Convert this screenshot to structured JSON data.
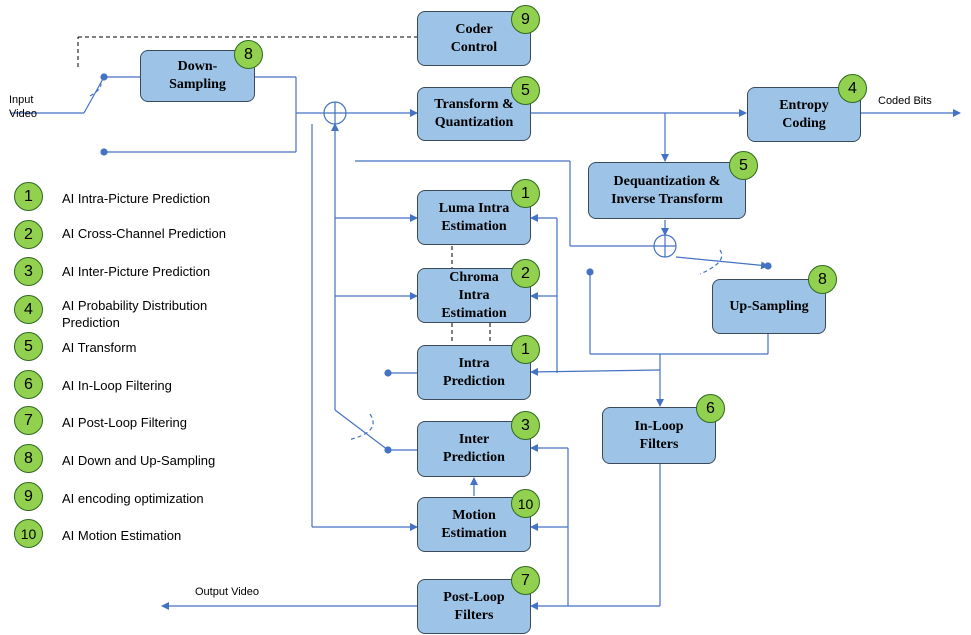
{
  "blocks": {
    "coder_control": {
      "label": "Coder\nControl",
      "badge": "9"
    },
    "down_sampling": {
      "label": "Down-\nSampling",
      "badge": "8"
    },
    "transform_quantization": {
      "label": "Transform &\nQuantization",
      "badge": "5"
    },
    "entropy_coding": {
      "label": "Entropy\nCoding",
      "badge": "4"
    },
    "dequantization": {
      "label": "Dequantization &\nInverse Transform",
      "badge": "5"
    },
    "luma_intra": {
      "label": "Luma Intra\nEstimation",
      "badge": "1"
    },
    "chroma_intra": {
      "label": "Chroma\nIntra\nEstimation",
      "badge": "2"
    },
    "intra_prediction": {
      "label": "Intra\nPrediction",
      "badge": "1"
    },
    "up_sampling": {
      "label": "Up-Sampling",
      "badge": "8"
    },
    "inter_prediction": {
      "label": "Inter\nPrediction",
      "badge": "3"
    },
    "in_loop_filters": {
      "label": "In-Loop\nFilters",
      "badge": "6"
    },
    "motion_estimation": {
      "label": "Motion\nEstimation",
      "badge": "10"
    },
    "post_loop_filters": {
      "label": "Post-Loop\nFilters",
      "badge": "7"
    }
  },
  "labels": {
    "input_video": "Input\nVideo",
    "coded_bits": "Coded Bits",
    "output_video": "Output Video"
  },
  "legend": [
    {
      "num": "1",
      "text": "AI Intra-Picture Prediction"
    },
    {
      "num": "2",
      "text": "AI Cross-Channel Prediction"
    },
    {
      "num": "3",
      "text": "AI Inter-Picture Prediction"
    },
    {
      "num": "4",
      "text": "AI Probability Distribution\nPrediction"
    },
    {
      "num": "5",
      "text": "AI Transform"
    },
    {
      "num": "6",
      "text": "AI In-Loop Filtering"
    },
    {
      "num": "7",
      "text": "AI Post-Loop Filtering"
    },
    {
      "num": "8",
      "text": "AI Down and Up-Sampling"
    },
    {
      "num": "9",
      "text": "AI encoding optimization"
    },
    {
      "num": "10",
      "text": "AI Motion Estimation"
    }
  ],
  "colors": {
    "block_fill": "#9dc3e6",
    "badge_fill": "#92d050",
    "line": "#4472c4"
  }
}
